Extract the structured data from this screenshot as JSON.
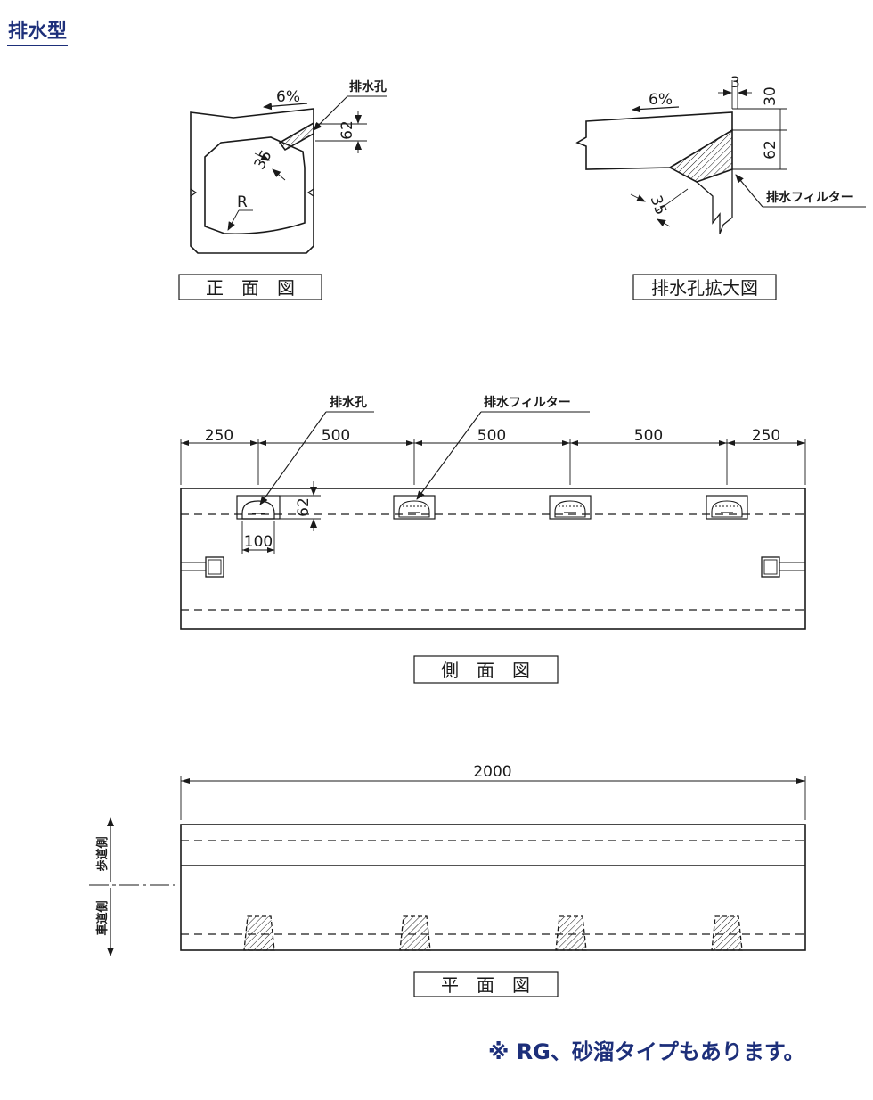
{
  "heading": "排水型",
  "note": "※ RG、砂溜タイプもあります。",
  "front_view": {
    "caption": "正　面　図",
    "slope": "6%",
    "label_hole": "排水孔",
    "dim_62": "62",
    "dim_35": "35",
    "radius": "R"
  },
  "detail_view": {
    "caption": "排水孔拡大図",
    "slope": "6%",
    "dim_3": "3",
    "dim_30": "30",
    "dim_62": "62",
    "dim_35": "35",
    "label_filter": "排水フィルター"
  },
  "side_view": {
    "caption": "側　面　図",
    "label_hole": "排水孔",
    "label_filter": "排水フィルター",
    "spacing": [
      "250",
      "500",
      "500",
      "500",
      "250"
    ],
    "dim_62": "62",
    "dim_100": "100"
  },
  "plan_view": {
    "caption": "平　面　図",
    "length": "2000",
    "label_walkway_side": "歩道側",
    "label_roadway_side": "車道側"
  },
  "colors": {
    "accent": "#1d2f7a",
    "line": "#1a1a1a"
  }
}
